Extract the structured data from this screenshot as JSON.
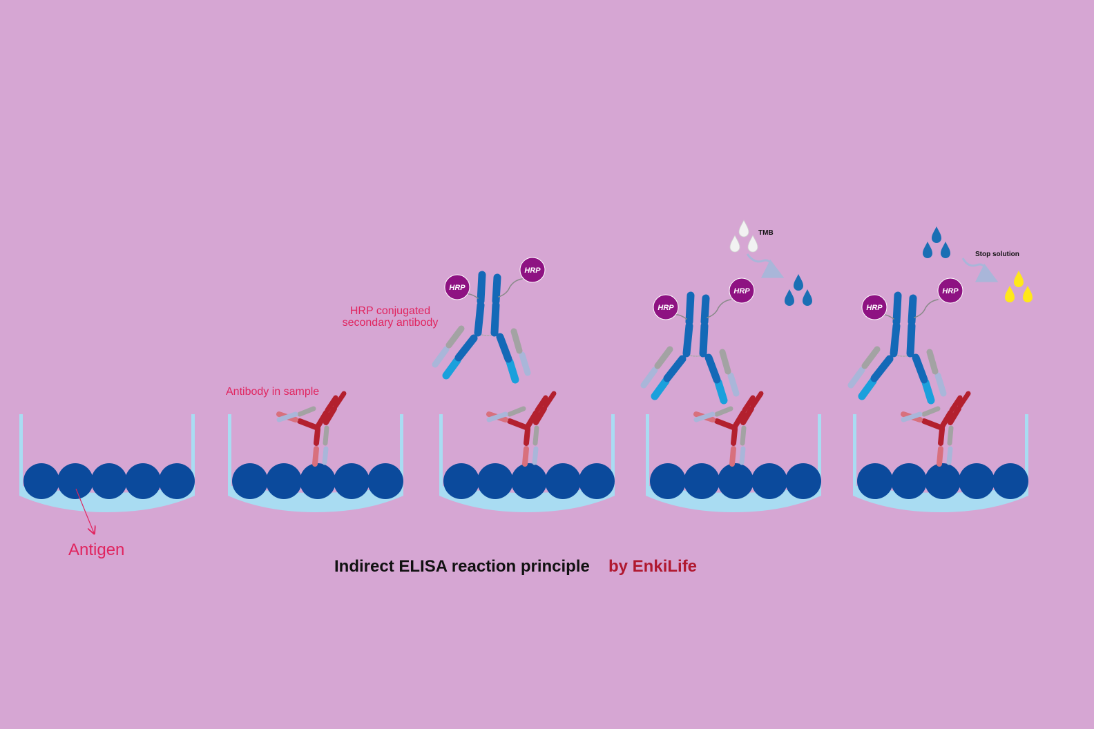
{
  "labels": {
    "antigen": "Antigen",
    "antibody_in_sample": "Antibody in sample",
    "hrp_secondary_line1": "HRP conjugated",
    "hrp_secondary_line2": "secondary antibody",
    "hrp": "HRP",
    "tmb": "TMB",
    "stop_solution": "Stop solution"
  },
  "caption": {
    "main": "Indirect ELISA reaction principle",
    "brand": "by EnkiLife"
  },
  "colors": {
    "background": "#d6a6d3",
    "well": "#a9dcf2",
    "antigen": "#0b4a9c",
    "primary_antibody": "#b3202e",
    "primary_antibody_light": "#d8707d",
    "secondary_heavy": "#1469b7",
    "secondary_tip": "#1aa0dc",
    "light_chain_grey": "#a3a3a3",
    "light_chain_lilac": "#a9b6d9",
    "hrp": "#8e1282",
    "label_red": "#e0245e",
    "brand_red": "#b0182f",
    "tmb_drop": "#f2f2f2",
    "blue_drop": "#1a6fb4",
    "yellow_drop": "#ffe81a"
  }
}
